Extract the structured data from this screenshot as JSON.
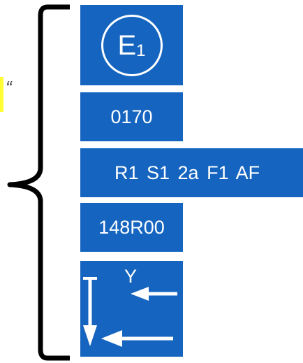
{
  "colors": {
    "sign_blue": "#1565c0",
    "sign_text": "#ffffff",
    "highlight": "#ffff33",
    "brace": "#000000"
  },
  "left_mark": {
    "quote": "“"
  },
  "signs": {
    "e_sign": {
      "letter": "E",
      "subscript": "1"
    },
    "code_sign": {
      "text": "0170"
    },
    "routes_sign": {
      "text": "R1  S1  2a  F1  AF"
    },
    "number_sign": {
      "text": "148R00"
    },
    "arrows_sign": {
      "label": "Y",
      "icons": [
        "down-arrow-icon",
        "left-arrow-icon",
        "left-arrow-icon"
      ]
    }
  }
}
